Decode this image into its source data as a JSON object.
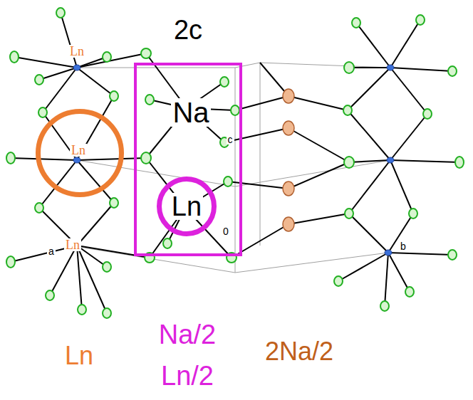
{
  "diagram": {
    "nodes": [
      {
        "text": [
          "2c",
          "Na"
        ]
      },
      {
        "text": [
          "Ln"
        ],
        "in": 0
      },
      {
        "text": [
          "Ln"
        ]
      }
    ],
    "labels": [
      "Ln",
      "Ln",
      "c",
      "0",
      "a",
      "b",
      "Ln",
      "Na/2",
      "Ln/2",
      "2Na/2"
    ]
  }
}
